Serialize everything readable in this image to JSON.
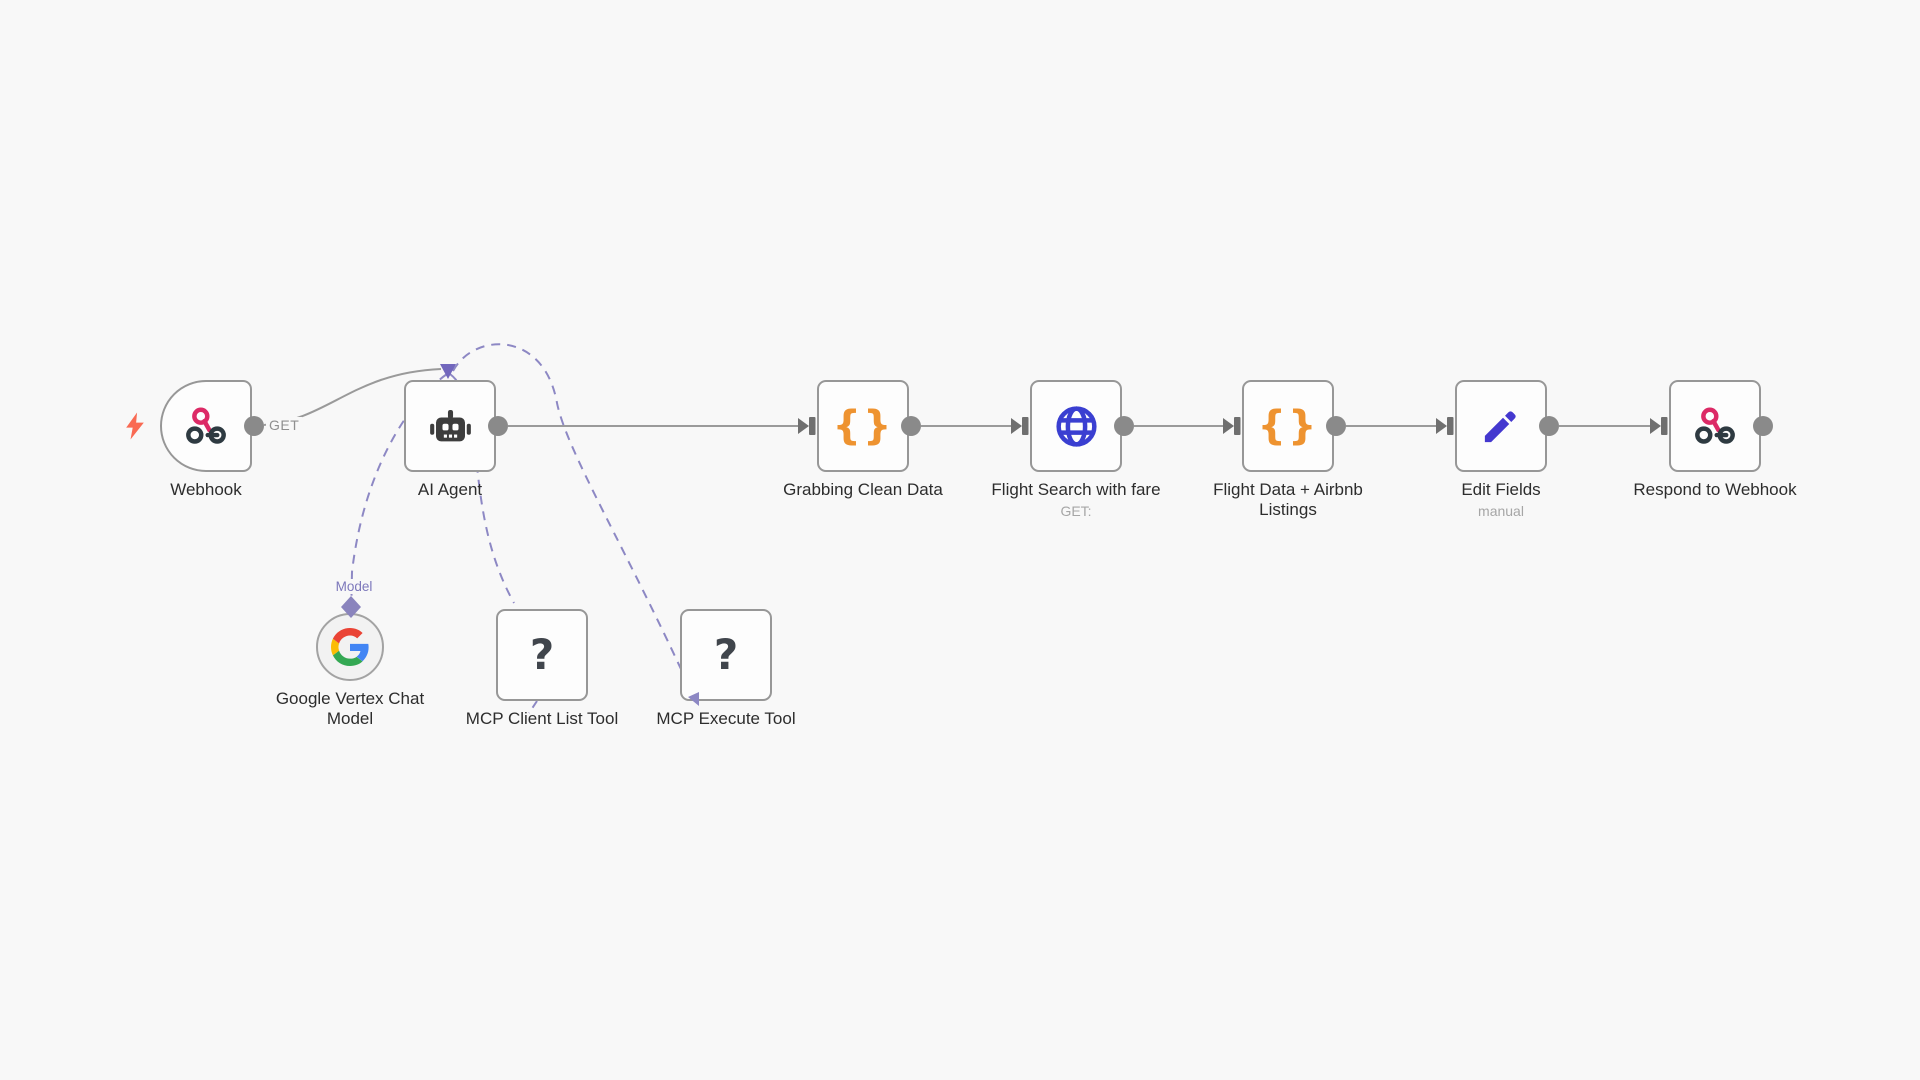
{
  "canvas": {
    "background": "#f8f8f8"
  },
  "colors": {
    "edge": "#9a9a9a",
    "dashed_edge": "#8d88c4",
    "arrow": "#7267bd",
    "node_border": "#979797",
    "node_bg": "#fdfdfd",
    "label": "#2d2d2d",
    "sublabel": "#a6a6a6",
    "connector_dot": "#8a8a8a",
    "input_marker": "#6f6f6f",
    "trigger_bolt": "#f96a53",
    "braces_icon": "#ee9330",
    "globe_icon": "#3a3fd1",
    "pencil_icon": "#4438cf",
    "question_icon": "#40454c",
    "webhook_pink": "#dc2a66",
    "webhook_dark": "#2e3a41",
    "robot_icon": "#3d3d3d",
    "model_label": "#7d78bb",
    "diamond": "#8a84bd",
    "circle_node_bg": "#f2f2f2"
  },
  "connection_labels": {
    "webhook_method": "GET",
    "model": "Model"
  },
  "nodes": [
    {
      "id": "webhook",
      "label": "Webhook",
      "sublabel": "",
      "icon": "webhook-icon",
      "shape": "trigger"
    },
    {
      "id": "ai-agent",
      "label": "AI Agent",
      "sublabel": "",
      "icon": "robot-icon",
      "shape": "square"
    },
    {
      "id": "vertex",
      "label": "Google Vertex Chat Model",
      "sublabel": "",
      "icon": "google-icon",
      "shape": "circle"
    },
    {
      "id": "mcp-client-list",
      "label": "MCP Client List Tool",
      "sublabel": "",
      "icon": "question-icon",
      "shape": "square"
    },
    {
      "id": "mcp-execute",
      "label": "MCP Execute Tool",
      "sublabel": "",
      "icon": "question-icon",
      "shape": "square"
    },
    {
      "id": "grabbing",
      "label": "Grabbing Clean Data",
      "sublabel": "",
      "icon": "braces-icon",
      "shape": "square"
    },
    {
      "id": "flight-search",
      "label": "Flight Search with fare",
      "sublabel": "GET:",
      "icon": "globe-icon",
      "shape": "square"
    },
    {
      "id": "flight-data",
      "label": "Flight Data + Airbnb Listings",
      "sublabel": "",
      "icon": "braces-icon",
      "shape": "square"
    },
    {
      "id": "edit-fields",
      "label": "Edit Fields",
      "sublabel": "manual",
      "icon": "pencil-icon",
      "shape": "square"
    },
    {
      "id": "respond",
      "label": "Respond to Webhook",
      "sublabel": "",
      "icon": "webhook-icon",
      "shape": "square"
    }
  ],
  "connections": [
    {
      "from": "webhook",
      "to": "ai-agent",
      "type": "main-curved",
      "label": "GET"
    },
    {
      "from": "ai-agent",
      "to": "grabbing",
      "type": "main"
    },
    {
      "from": "grabbing",
      "to": "flight-search",
      "type": "main"
    },
    {
      "from": "flight-search",
      "to": "flight-data",
      "type": "main"
    },
    {
      "from": "flight-data",
      "to": "edit-fields",
      "type": "main"
    },
    {
      "from": "edit-fields",
      "to": "respond",
      "type": "main"
    },
    {
      "from": "vertex",
      "to": "ai-agent",
      "type": "model",
      "label": "Model"
    },
    {
      "from": "mcp-client-list",
      "to": "ai-agent",
      "type": "tool"
    },
    {
      "from": "mcp-execute",
      "to": "ai-agent",
      "type": "tool"
    }
  ]
}
